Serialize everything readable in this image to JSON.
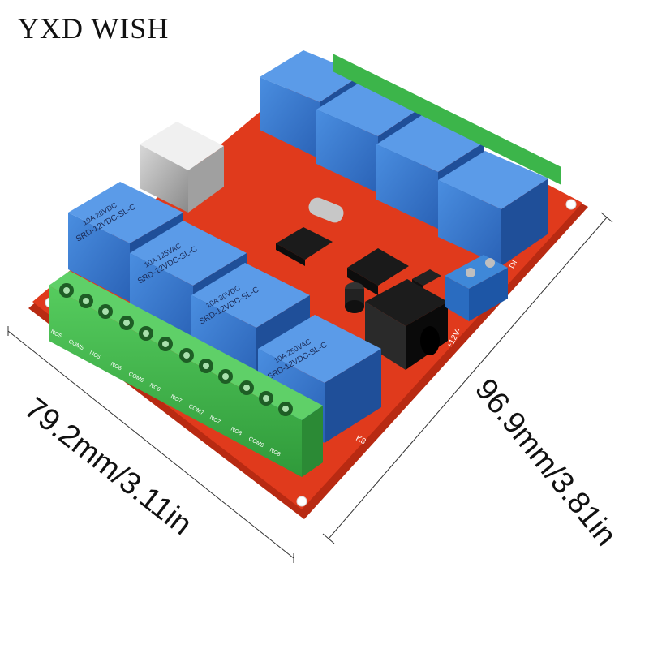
{
  "brand": "YXD WISH",
  "dimensions": {
    "width_label": "79.2mm/3.11in",
    "length_label": "96.9mm/3.81in"
  },
  "relay": {
    "model": "SRD-12VDC-SL-C",
    "rating_1": "10A 250VAC",
    "rating_2": "10A 125VAC",
    "rating_3": "10A 30VDC",
    "rating_4": "10A 28VDC"
  },
  "board": {
    "power_label": "+12V-",
    "relay_k1": "K1",
    "relay_k8": "K8"
  },
  "terminal_labels": [
    "NO5",
    "COM5",
    "NC5",
    "NO6",
    "COM6",
    "NC6",
    "NO7",
    "COM7",
    "NC7",
    "NO8",
    "COM8",
    "NC8"
  ],
  "colors": {
    "pcb": "#e03a1c",
    "relay": "#2f6fc4",
    "terminal": "#3cb54a"
  }
}
